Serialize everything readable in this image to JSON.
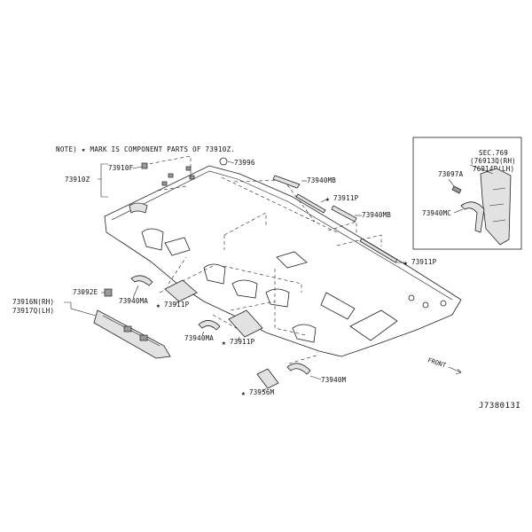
{
  "note": "NOTE) ★ MARK IS COMPONENT PARTS OF 73910Z.",
  "drawing_code": "J738013I",
  "front_label": "FRONT",
  "inset": {
    "sec_title": "SEC.769",
    "sec_rh": "(76913Q(RH)",
    "sec_lh": "76914P(LH)",
    "part_a": "73097A",
    "part_b": "73940MC"
  },
  "labels": {
    "p73910F": "73910F",
    "p73910Z": "73910Z",
    "p73996": "73996",
    "p73940MB_1": "73940MB",
    "p73911P_1": "73911P",
    "p73940MB_2": "73940MB",
    "p73911P_2": "73911P",
    "p73916N": "73916N(RH)",
    "p73917Q": "73917Q(LH)",
    "p73092E": "73092E",
    "p73940MA_1": "73940MA",
    "p73911P_3": "73911P",
    "p73940MA_2": "73940MA",
    "p73911P_4": "73911P",
    "p73956M": "73956M",
    "p73940M": "73940M"
  }
}
